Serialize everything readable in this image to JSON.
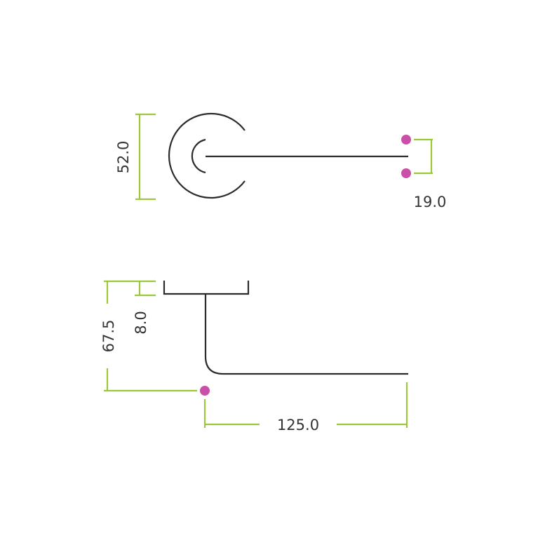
{
  "colors": {
    "dimension": "#9dc73a",
    "part": "#2b2b2b",
    "fixing": "#c94fa8"
  },
  "top_view": {
    "rose_diameter": "52.0",
    "fixing_spacing": "19.0"
  },
  "side_view": {
    "projection": "67.5",
    "rose_depth": "8.0",
    "lever_length": "125.0"
  }
}
